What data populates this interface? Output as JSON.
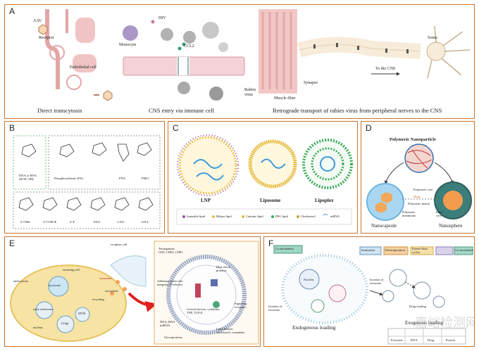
{
  "panels": {
    "A": {
      "label": "A",
      "aav": "AAV",
      "receptor": "Receptor",
      "endothelial_cell": "Endothelial cell",
      "hiv": "HIV",
      "monocyte": "Monocyte",
      "ccl2": "CCL2",
      "rabies_virus": "Rabies\nvirus",
      "muscle_fiber": "Muscle fiber",
      "synapse": "Synapse",
      "to_cns": "To the CNS",
      "soma": "Soma",
      "caption_1": "Direct transcytosis",
      "caption_2_pre": "CNS entry ",
      "caption_2_em": "via",
      "caption_2_post": " immune cell",
      "caption_3": "Retrograde transport of rabies virus from peripheral nerves to the CNS"
    },
    "B": {
      "label": "B",
      "top_labels": [
        "DNA or RNA\n(R=H, OH)",
        "Phosphorothioate (PS)",
        "PNA",
        "PMO"
      ],
      "bottom_labels": [
        "2'-OMe",
        "2'-O-MOE",
        "2'-F",
        "ENA",
        "LNA",
        "UNA"
      ]
    },
    "C": {
      "label": "C",
      "names": [
        "LNP",
        "Liposome",
        "Lipoplex"
      ],
      "legend": [
        "Ionizable lipid",
        "Helper lipid",
        "Cationic lipid",
        "PEG lipid",
        "Cholesterol",
        "mRNA"
      ]
    },
    "D": {
      "label": "D",
      "title": "Polymeric Nanoparticle",
      "polymeric_core": "Polymeric core",
      "drug": "Drug",
      "polymeric_matrix": "Polymeric matrix",
      "polymeric_membrane": "Polymeric\nmembrane",
      "inner_core": "Inner\ncore",
      "nanocapsule": "Nanocapsule",
      "nanosphere": "Nanosphere"
    },
    "E": {
      "label": "E",
      "recipient_cell": "recipient cell",
      "secreting_cell": "secreting cell",
      "endocytosis": "endocytosis",
      "exosomes": "exosomes",
      "exocytosis": "exocytosis",
      "inner_labels": [
        "lysosome",
        "MVB",
        "early endosome",
        "Golgi",
        "nucleus",
        "recycling"
      ],
      "exo_labels": [
        "Tetraspanins\nCD9, CD63, CD81",
        "Heat shock\nproteins",
        "Adhesion molecules\nintegrins, P-selectin",
        "Growth factors, cytokines\nTNF, TGF-β",
        "Signaling\nreceptors",
        "Lipid bilayer\ncholesterol, ceramides",
        "Glycoproteins",
        "DNA, RNA\nmiRNA"
      ]
    },
    "F": {
      "label": "F",
      "flow": [
        "Co-incubation",
        "Sonication",
        "Electroporation",
        "Freeze-thaw\ncycles",
        "Co-incubation"
      ],
      "nucleus": "Nucleus",
      "location_exosome": "location of\nexosome",
      "location_exosome_2": "location of\nexosome",
      "drug_loading": "Drug loading",
      "endogenous_loading": "Endogenous loading",
      "exogenous_loading": "Exogenous loading",
      "table_labels": [
        "Exosome",
        "DNA",
        "Drug",
        "Protein"
      ]
    }
  },
  "watermark": "嘉峪检测网"
}
